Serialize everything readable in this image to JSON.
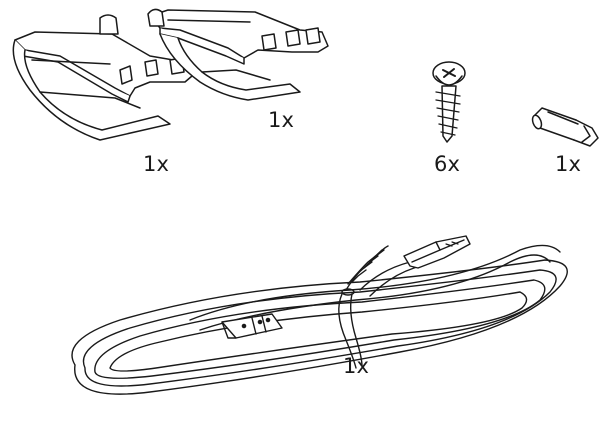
{
  "parts": [
    {
      "id": "bracket-left",
      "name": "bracket",
      "quantity": "1x",
      "icon": "bracket-icon"
    },
    {
      "id": "bracket-right",
      "name": "bracket",
      "quantity": "1x",
      "icon": "bracket-icon"
    },
    {
      "id": "screw",
      "name": "screw",
      "quantity": "6x",
      "icon": "screw-icon"
    },
    {
      "id": "torx-bit",
      "name": "torx bit",
      "quantity": "1x",
      "icon": "torx-bit-icon"
    },
    {
      "id": "cable",
      "name": "cable",
      "quantity": "1x",
      "icon": "cable-icon"
    }
  ],
  "colors": {
    "line": "#1a1a1a",
    "fill": "#ffffff",
    "shade": "#e6e6e6"
  }
}
